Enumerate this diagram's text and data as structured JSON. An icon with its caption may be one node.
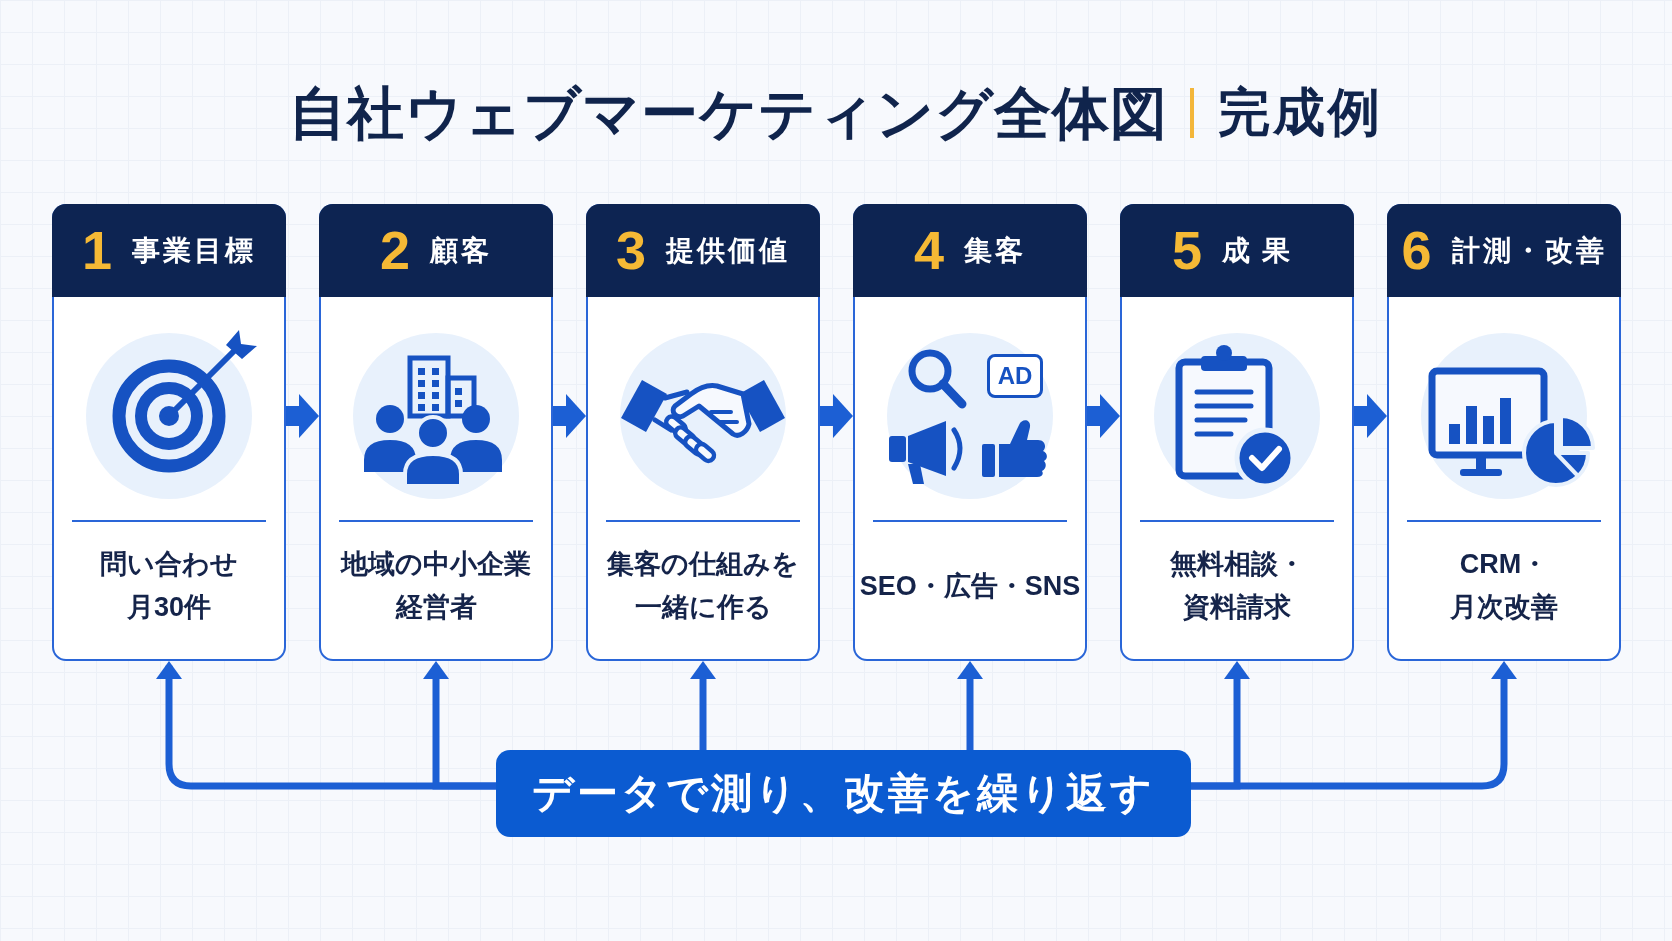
{
  "diagram": {
    "title": "自社ウェブマーケティング全体図",
    "nodes": [
      {
        "text": [
          "1",
          "事業目標",
          "問い合わせ月30件"
        ]
      },
      {
        "text": [
          "2",
          "顧客",
          "地域の中小企業経営者"
        ]
      },
      {
        "text": [
          "3",
          "提供価値",
          "集客の仕組みを一緒に作る"
        ]
      },
      {
        "text": [
          "4",
          "集客",
          "SEO・広告・SNS"
        ]
      },
      {
        "text": [
          "AD"
        ],
        "in": 3
      },
      {
        "text": [
          "5",
          "成果",
          "無料相談・資料請求"
        ]
      },
      {
        "text": [
          "6",
          "計測・改善",
          "CRM・月次改善"
        ]
      },
      {
        "text": [
          "データで測り、改善を繰り返す"
        ]
      }
    ],
    "edges": [
      {
        "from": 0,
        "to": 1,
        "arrow": "to",
        "style": "thick"
      },
      {
        "from": 1,
        "to": 2,
        "arrow": "to",
        "style": "thick"
      },
      {
        "from": 2,
        "to": 3,
        "arrow": "to",
        "style": "thick"
      },
      {
        "from": 3,
        "to": 5,
        "arrow": "to",
        "style": "thick"
      },
      {
        "from": 5,
        "to": 6,
        "arrow": "to",
        "style": "thick"
      },
      {
        "from": 7,
        "to": 0,
        "arrow": "to"
      },
      {
        "from": 7,
        "to": 1,
        "arrow": "to"
      },
      {
        "from": 7,
        "to": 2,
        "arrow": "to"
      },
      {
        "from": 7,
        "to": 3,
        "arrow": "to"
      },
      {
        "from": 7,
        "to": 5,
        "arrow": "to"
      },
      {
        "from": 7,
        "to": 6,
        "arrow": "to"
      }
    ],
    "labels": [
      "完成例"
    ]
  }
}
